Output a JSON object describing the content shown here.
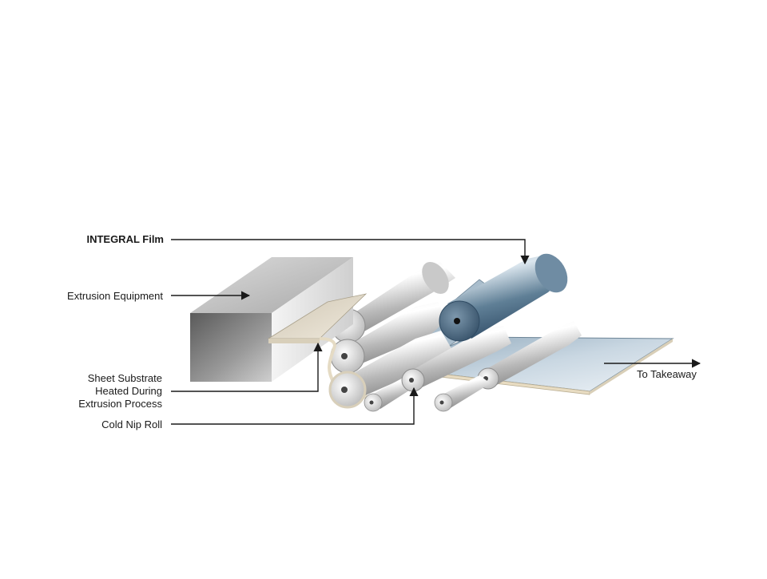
{
  "labels": {
    "integral_film": "INTEGRAL Film",
    "extrusion_equipment": "Extrusion Equipment",
    "sheet_substrate": [
      "Sheet Substrate",
      "Heated During",
      "Extrusion Process"
    ],
    "cold_nip_roll": "Cold Nip Roll",
    "to_takeaway": "To Takeaway"
  },
  "colors": {
    "film_roll": "#5f7f96",
    "steel_roll": "#c4c4c4",
    "sheet_substrate": "#e4dccb",
    "output_sheet": "#a9bdcc",
    "leader_lines": "#1a1a1a"
  }
}
